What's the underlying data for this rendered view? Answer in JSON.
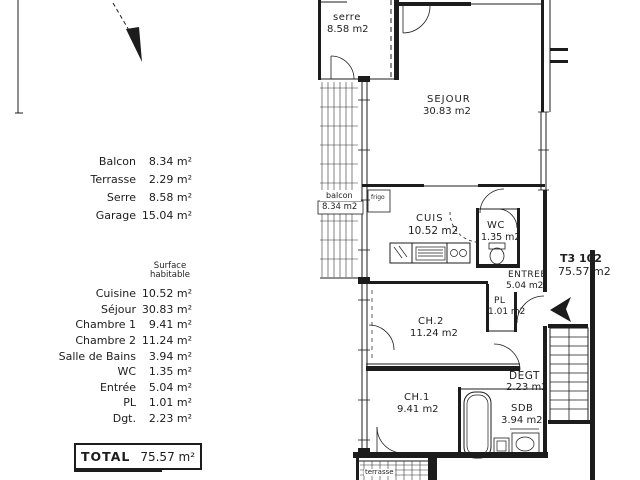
{
  "colors": {
    "ink": "#1c1c1c",
    "paper": "#ffffff"
  },
  "legend": {
    "annexes": {
      "rows": [
        {
          "label": "Balcon",
          "value": "8.34 m²"
        },
        {
          "label": "Terrasse",
          "value": "2.29 m²"
        },
        {
          "label": "Serre",
          "value": "8.58 m²"
        },
        {
          "label": "Garage",
          "value": "15.04 m²"
        }
      ]
    },
    "habitable": {
      "header_line1": "Surface",
      "header_line2": "habitable",
      "rows": [
        {
          "label": "Cuisine",
          "value": "10.52 m²"
        },
        {
          "label": "Séjour",
          "value": "30.83 m²"
        },
        {
          "label": "Chambre 1",
          "value": "9.41 m²"
        },
        {
          "label": "Chambre 2",
          "value": "11.24 m²"
        },
        {
          "label": "Salle de Bains",
          "value": "3.94 m²"
        },
        {
          "label": "WC",
          "value": "1.35 m²"
        },
        {
          "label": "Entrée",
          "value": "5.04 m²"
        },
        {
          "label": "PL",
          "value": "1.01 m²"
        },
        {
          "label": "Dgt.",
          "value": "2.23 m²"
        }
      ]
    },
    "total": {
      "label": "TOTAL",
      "value": "75.57 m²"
    }
  },
  "plan": {
    "unit_label": {
      "line1": "T3 102",
      "line2": "75.57 m2"
    },
    "rooms": [
      {
        "id": "serre",
        "name": "serre",
        "area": "8.58 m2"
      },
      {
        "id": "balcon",
        "name": "balcon",
        "area": "8.34 m2"
      },
      {
        "id": "sejour",
        "name": "SEJOUR",
        "area": "30.83 m2"
      },
      {
        "id": "cuis",
        "name": "CUIS",
        "area": "10.52 m2"
      },
      {
        "id": "wc",
        "name": "WC",
        "area": "1.35 m2"
      },
      {
        "id": "entree",
        "name": "ENTREE",
        "area": "5.04 m2"
      },
      {
        "id": "pl",
        "name": "PL",
        "area": "1.01 m2"
      },
      {
        "id": "ch2",
        "name": "CH.2",
        "area": "11.24 m2"
      },
      {
        "id": "degt",
        "name": "DEGT",
        "area": "2.23 m2"
      },
      {
        "id": "ch1",
        "name": "CH.1",
        "area": "9.41 m2"
      },
      {
        "id": "sdb",
        "name": "SDB",
        "area": "3.94 m2"
      },
      {
        "id": "terrasse",
        "name": "terrasse",
        "area": ""
      }
    ],
    "fixtures": {
      "frigo_label": "frigo"
    }
  }
}
